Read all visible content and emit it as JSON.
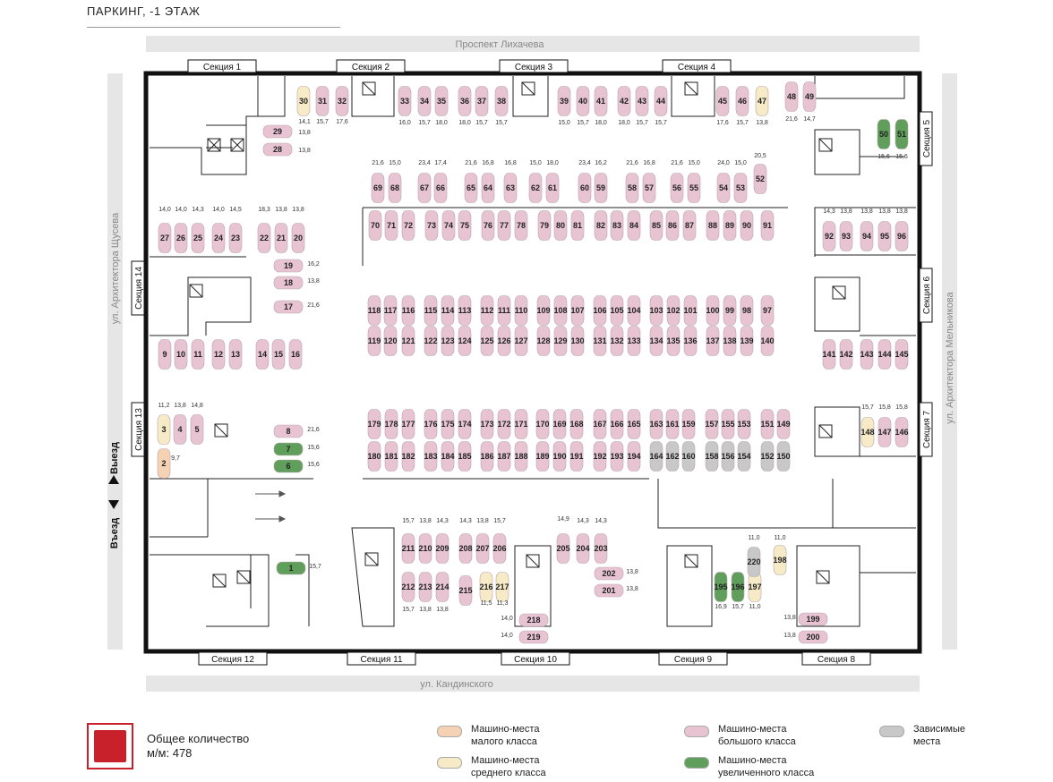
{
  "title": "ПАРКИНГ, -1 ЭТАЖ",
  "streets": {
    "top": "Проспект Лихачева",
    "bottom": "ул. Кандинского",
    "left": "ул. Архитектора Щусева",
    "right": "ул. Архитектора Мельникова"
  },
  "exits": {
    "exit_label": "Выезд",
    "entry_label": "Въезд"
  },
  "sections": [
    {
      "label": "Секция 1"
    },
    {
      "label": "Секция 2"
    },
    {
      "label": "Секция 3"
    },
    {
      "label": "Секция 4"
    },
    {
      "label": "Секция 5"
    },
    {
      "label": "Секция 6"
    },
    {
      "label": "Секция 7"
    },
    {
      "label": "Секция 8"
    },
    {
      "label": "Секция 9"
    },
    {
      "label": "Секция 10"
    },
    {
      "label": "Секция 11"
    },
    {
      "label": "Секция 12"
    },
    {
      "label": "Секция 13"
    },
    {
      "label": "Секция 14"
    }
  ],
  "colors": {
    "large": "#e8c4d2",
    "medium": "#f6ebc6",
    "small": "#f5d2b4",
    "increased": "#5f9f5b",
    "dependent": "#c8c8c8",
    "wall": "#111111",
    "accent": "#c8212b"
  },
  "spots": [
    {
      "n": "30",
      "c": "medium"
    },
    {
      "n": "31",
      "c": "large"
    },
    {
      "n": "32",
      "c": "large"
    },
    {
      "n": "33",
      "c": "large"
    },
    {
      "n": "34",
      "c": "large"
    },
    {
      "n": "35",
      "c": "large"
    },
    {
      "n": "36",
      "c": "large"
    },
    {
      "n": "37",
      "c": "large"
    },
    {
      "n": "38",
      "c": "large"
    },
    {
      "n": "39",
      "c": "large"
    },
    {
      "n": "40",
      "c": "large"
    },
    {
      "n": "41",
      "c": "large"
    },
    {
      "n": "42",
      "c": "large"
    },
    {
      "n": "43",
      "c": "large"
    },
    {
      "n": "44",
      "c": "large"
    },
    {
      "n": "45",
      "c": "large"
    },
    {
      "n": "46",
      "c": "large"
    },
    {
      "n": "47",
      "c": "medium"
    },
    {
      "n": "48",
      "c": "large"
    },
    {
      "n": "49",
      "c": "large"
    },
    {
      "n": "50",
      "c": "increased"
    },
    {
      "n": "51",
      "c": "increased"
    },
    {
      "n": "29",
      "c": "large"
    },
    {
      "n": "28",
      "c": "large"
    },
    {
      "n": "69",
      "c": "large"
    },
    {
      "n": "68",
      "c": "large"
    },
    {
      "n": "67",
      "c": "large"
    },
    {
      "n": "66",
      "c": "large"
    },
    {
      "n": "65",
      "c": "large"
    },
    {
      "n": "64",
      "c": "large"
    },
    {
      "n": "63",
      "c": "large"
    },
    {
      "n": "62",
      "c": "large"
    },
    {
      "n": "61",
      "c": "large"
    },
    {
      "n": "60",
      "c": "large"
    },
    {
      "n": "59",
      "c": "large"
    },
    {
      "n": "58",
      "c": "large"
    },
    {
      "n": "57",
      "c": "large"
    },
    {
      "n": "56",
      "c": "large"
    },
    {
      "n": "55",
      "c": "large"
    },
    {
      "n": "54",
      "c": "large"
    },
    {
      "n": "53",
      "c": "large"
    },
    {
      "n": "52",
      "c": "large"
    },
    {
      "n": "27",
      "c": "large"
    },
    {
      "n": "26",
      "c": "large"
    },
    {
      "n": "25",
      "c": "large"
    },
    {
      "n": "24",
      "c": "large"
    },
    {
      "n": "23",
      "c": "large"
    },
    {
      "n": "22",
      "c": "large"
    },
    {
      "n": "21",
      "c": "large"
    },
    {
      "n": "20",
      "c": "large"
    },
    {
      "n": "70",
      "c": "large"
    },
    {
      "n": "71",
      "c": "large"
    },
    {
      "n": "72",
      "c": "large"
    },
    {
      "n": "73",
      "c": "large"
    },
    {
      "n": "74",
      "c": "large"
    },
    {
      "n": "75",
      "c": "large"
    },
    {
      "n": "76",
      "c": "large"
    },
    {
      "n": "77",
      "c": "large"
    },
    {
      "n": "78",
      "c": "large"
    },
    {
      "n": "79",
      "c": "large"
    },
    {
      "n": "80",
      "c": "large"
    },
    {
      "n": "81",
      "c": "large"
    },
    {
      "n": "82",
      "c": "large"
    },
    {
      "n": "83",
      "c": "large"
    },
    {
      "n": "84",
      "c": "large"
    },
    {
      "n": "85",
      "c": "large"
    },
    {
      "n": "86",
      "c": "large"
    },
    {
      "n": "87",
      "c": "large"
    },
    {
      "n": "88",
      "c": "large"
    },
    {
      "n": "89",
      "c": "large"
    },
    {
      "n": "90",
      "c": "large"
    },
    {
      "n": "91",
      "c": "large"
    },
    {
      "n": "92",
      "c": "large"
    },
    {
      "n": "93",
      "c": "large"
    },
    {
      "n": "94",
      "c": "large"
    },
    {
      "n": "95",
      "c": "large"
    },
    {
      "n": "96",
      "c": "large"
    },
    {
      "n": "19",
      "c": "large"
    },
    {
      "n": "18",
      "c": "large"
    },
    {
      "n": "17",
      "c": "large"
    },
    {
      "n": "118",
      "c": "large"
    },
    {
      "n": "117",
      "c": "large"
    },
    {
      "n": "116",
      "c": "large"
    },
    {
      "n": "115",
      "c": "large"
    },
    {
      "n": "114",
      "c": "large"
    },
    {
      "n": "113",
      "c": "large"
    },
    {
      "n": "112",
      "c": "large"
    },
    {
      "n": "111",
      "c": "large"
    },
    {
      "n": "110",
      "c": "large"
    },
    {
      "n": "109",
      "c": "large"
    },
    {
      "n": "108",
      "c": "large"
    },
    {
      "n": "107",
      "c": "large"
    },
    {
      "n": "106",
      "c": "large"
    },
    {
      "n": "105",
      "c": "large"
    },
    {
      "n": "104",
      "c": "large"
    },
    {
      "n": "103",
      "c": "large"
    },
    {
      "n": "102",
      "c": "large"
    },
    {
      "n": "101",
      "c": "large"
    },
    {
      "n": "100",
      "c": "large"
    },
    {
      "n": "99",
      "c": "large"
    },
    {
      "n": "98",
      "c": "large"
    },
    {
      "n": "97",
      "c": "large"
    },
    {
      "n": "119",
      "c": "large"
    },
    {
      "n": "120",
      "c": "large"
    },
    {
      "n": "121",
      "c": "large"
    },
    {
      "n": "122",
      "c": "large"
    },
    {
      "n": "123",
      "c": "large"
    },
    {
      "n": "124",
      "c": "large"
    },
    {
      "n": "125",
      "c": "large"
    },
    {
      "n": "126",
      "c": "large"
    },
    {
      "n": "127",
      "c": "large"
    },
    {
      "n": "128",
      "c": "large"
    },
    {
      "n": "129",
      "c": "large"
    },
    {
      "n": "130",
      "c": "large"
    },
    {
      "n": "131",
      "c": "large"
    },
    {
      "n": "132",
      "c": "large"
    },
    {
      "n": "133",
      "c": "large"
    },
    {
      "n": "134",
      "c": "large"
    },
    {
      "n": "135",
      "c": "large"
    },
    {
      "n": "136",
      "c": "large"
    },
    {
      "n": "137",
      "c": "large"
    },
    {
      "n": "138",
      "c": "large"
    },
    {
      "n": "139",
      "c": "large"
    },
    {
      "n": "140",
      "c": "large"
    },
    {
      "n": "9",
      "c": "large"
    },
    {
      "n": "10",
      "c": "large"
    },
    {
      "n": "11",
      "c": "large"
    },
    {
      "n": "12",
      "c": "large"
    },
    {
      "n": "13",
      "c": "large"
    },
    {
      "n": "14",
      "c": "large"
    },
    {
      "n": "15",
      "c": "large"
    },
    {
      "n": "16",
      "c": "large"
    },
    {
      "n": "141",
      "c": "large"
    },
    {
      "n": "142",
      "c": "large"
    },
    {
      "n": "143",
      "c": "large"
    },
    {
      "n": "144",
      "c": "large"
    },
    {
      "n": "145",
      "c": "large"
    },
    {
      "n": "3",
      "c": "medium"
    },
    {
      "n": "4",
      "c": "large"
    },
    {
      "n": "5",
      "c": "large"
    },
    {
      "n": "2",
      "c": "small"
    },
    {
      "n": "8",
      "c": "large"
    },
    {
      "n": "7",
      "c": "increased"
    },
    {
      "n": "6",
      "c": "increased"
    },
    {
      "n": "179",
      "c": "large"
    },
    {
      "n": "178",
      "c": "large"
    },
    {
      "n": "177",
      "c": "large"
    },
    {
      "n": "176",
      "c": "large"
    },
    {
      "n": "175",
      "c": "large"
    },
    {
      "n": "174",
      "c": "large"
    },
    {
      "n": "173",
      "c": "large"
    },
    {
      "n": "172",
      "c": "large"
    },
    {
      "n": "171",
      "c": "large"
    },
    {
      "n": "170",
      "c": "large"
    },
    {
      "n": "169",
      "c": "large"
    },
    {
      "n": "168",
      "c": "large"
    },
    {
      "n": "167",
      "c": "large"
    },
    {
      "n": "166",
      "c": "large"
    },
    {
      "n": "165",
      "c": "large"
    },
    {
      "n": "163",
      "c": "large"
    },
    {
      "n": "161",
      "c": "large"
    },
    {
      "n": "159",
      "c": "large"
    },
    {
      "n": "157",
      "c": "large"
    },
    {
      "n": "155",
      "c": "large"
    },
    {
      "n": "153",
      "c": "large"
    },
    {
      "n": "151",
      "c": "large"
    },
    {
      "n": "149",
      "c": "large"
    },
    {
      "n": "180",
      "c": "large"
    },
    {
      "n": "181",
      "c": "large"
    },
    {
      "n": "182",
      "c": "large"
    },
    {
      "n": "183",
      "c": "large"
    },
    {
      "n": "184",
      "c": "large"
    },
    {
      "n": "185",
      "c": "large"
    },
    {
      "n": "186",
      "c": "large"
    },
    {
      "n": "187",
      "c": "large"
    },
    {
      "n": "188",
      "c": "large"
    },
    {
      "n": "189",
      "c": "large"
    },
    {
      "n": "190",
      "c": "large"
    },
    {
      "n": "191",
      "c": "large"
    },
    {
      "n": "192",
      "c": "large"
    },
    {
      "n": "193",
      "c": "large"
    },
    {
      "n": "194",
      "c": "large"
    },
    {
      "n": "164",
      "c": "dependent"
    },
    {
      "n": "162",
      "c": "dependent"
    },
    {
      "n": "160",
      "c": "dependent"
    },
    {
      "n": "158",
      "c": "dependent"
    },
    {
      "n": "156",
      "c": "dependent"
    },
    {
      "n": "154",
      "c": "dependent"
    },
    {
      "n": "152",
      "c": "dependent"
    },
    {
      "n": "150",
      "c": "dependent"
    },
    {
      "n": "148",
      "c": "medium"
    },
    {
      "n": "147",
      "c": "large"
    },
    {
      "n": "146",
      "c": "large"
    },
    {
      "n": "211",
      "c": "large"
    },
    {
      "n": "210",
      "c": "large"
    },
    {
      "n": "209",
      "c": "large"
    },
    {
      "n": "208",
      "c": "large"
    },
    {
      "n": "207",
      "c": "large"
    },
    {
      "n": "206",
      "c": "large"
    },
    {
      "n": "205",
      "c": "large"
    },
    {
      "n": "204",
      "c": "large"
    },
    {
      "n": "203",
      "c": "large"
    },
    {
      "n": "212",
      "c": "large"
    },
    {
      "n": "213",
      "c": "large"
    },
    {
      "n": "214",
      "c": "large"
    },
    {
      "n": "215",
      "c": "large"
    },
    {
      "n": "216",
      "c": "medium"
    },
    {
      "n": "217",
      "c": "medium"
    },
    {
      "n": "202",
      "c": "large"
    },
    {
      "n": "201",
      "c": "large"
    },
    {
      "n": "218",
      "c": "large"
    },
    {
      "n": "219",
      "c": "large"
    },
    {
      "n": "1",
      "c": "increased"
    },
    {
      "n": "195",
      "c": "increased"
    },
    {
      "n": "196",
      "c": "increased"
    },
    {
      "n": "197",
      "c": "medium"
    },
    {
      "n": "220",
      "c": "dependent"
    },
    {
      "n": "198",
      "c": "medium"
    },
    {
      "n": "199",
      "c": "large"
    },
    {
      "n": "200",
      "c": "large"
    }
  ],
  "area_labels": [
    "14,1",
    "15,7",
    "17,6",
    "16,0",
    "15,7",
    "18,0",
    "18,0",
    "15,7",
    "15,7",
    "15,0",
    "15,7",
    "18,0",
    "18,0",
    "15,7",
    "15,7",
    "17,6",
    "15,7",
    "13,8",
    "21,6",
    "14,7",
    "15,6",
    "15,6",
    "13,8",
    "13,8",
    "21,6",
    "15,0",
    "23,4",
    "17,4",
    "21,6",
    "16,8",
    "16,8",
    "15,0",
    "18,0",
    "23,4",
    "16,2",
    "21,6",
    "16,8",
    "21,6",
    "15,0",
    "24,0",
    "15,0",
    "20,5",
    "14,0",
    "14,0",
    "14,3",
    "14,0",
    "14,5",
    "18,3",
    "13,8",
    "13,8",
    "14,3",
    "13,8",
    "13,8",
    "13,8",
    "13,8",
    "16,2",
    "13,8",
    "21,6",
    "11,2",
    "13,8",
    "14,8",
    "9,7",
    "21,6",
    "15,6",
    "15,6",
    "15,7",
    "15,8",
    "15,8",
    "15,7",
    "13,8",
    "14,3",
    "14,3",
    "13,8",
    "15,7",
    "14,9",
    "14,3",
    "14,3",
    "15,7",
    "13,8",
    "13,8",
    "13,8",
    "11,5",
    "11,3",
    "13,8",
    "13,8",
    "14,0",
    "14,0",
    "15,7",
    "11,0",
    "11,0",
    "16,9",
    "15,7",
    "11,0",
    "13,8",
    "13,8"
  ],
  "legend": {
    "total_label": "Общее количество\nм/м: 478",
    "small": "Машино-места\nмалого класса",
    "medium": "Машино-места\nсреднего класса",
    "large": "Машино-места\nбольшого класса",
    "increased": "Машино-места\nувеличенного класса",
    "dependent": "Зависимые\nместа"
  }
}
